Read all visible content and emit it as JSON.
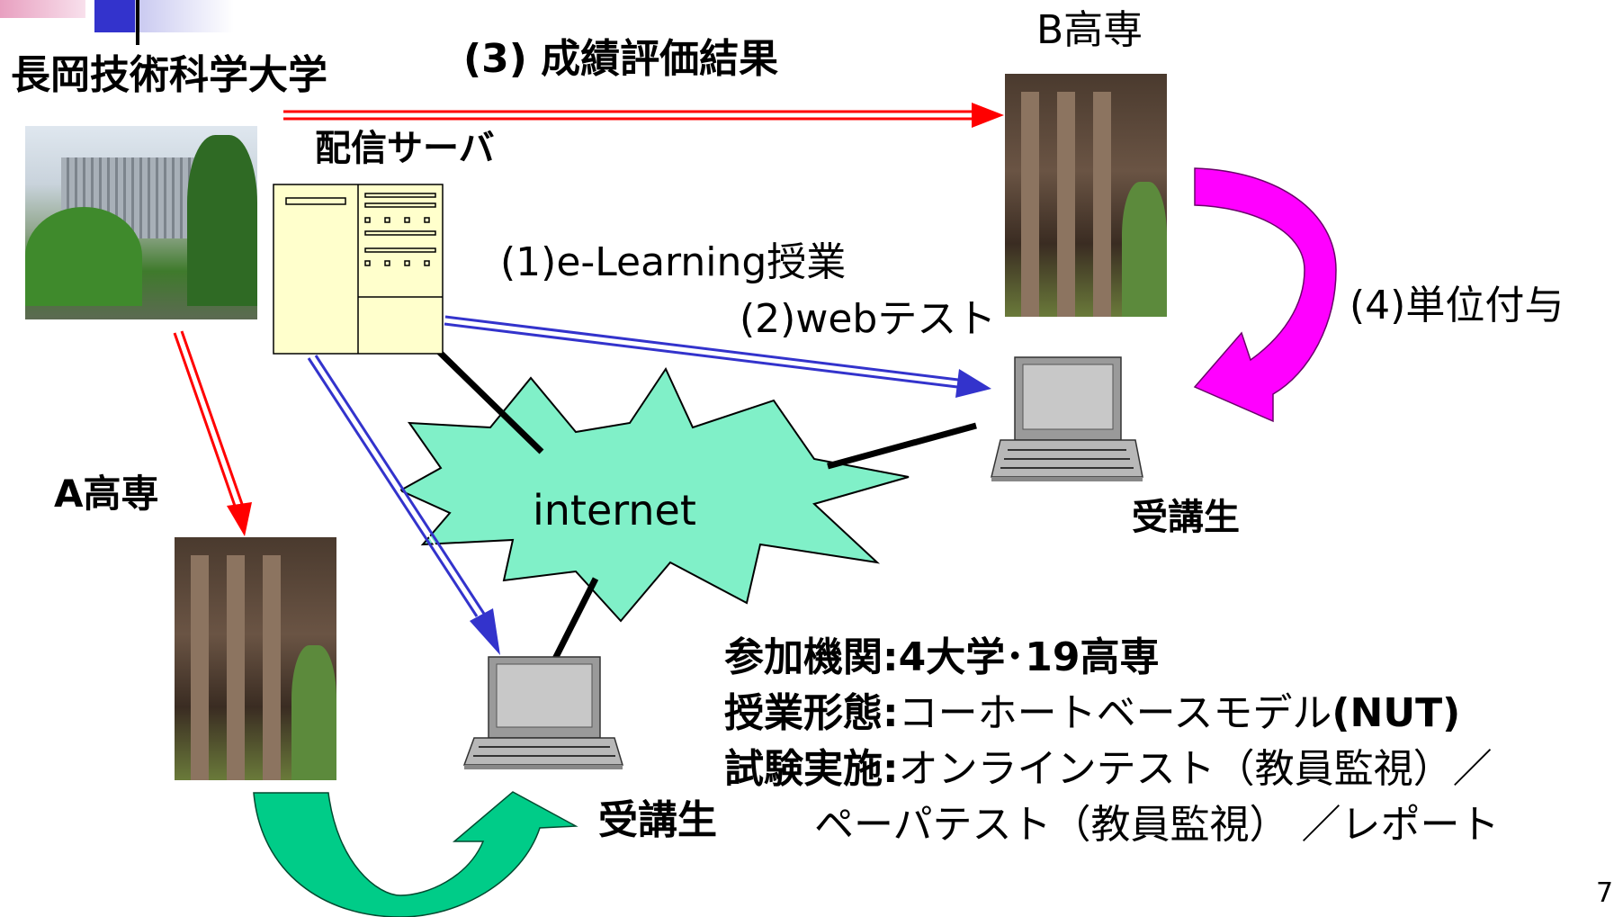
{
  "labels": {
    "nut": "長岡技術科学大学",
    "result": "(3) 成績評価結果",
    "b_kosen": "B高専",
    "server": "配信サーバ",
    "elearning": "(1)e-Learning授業",
    "webtest": "(2)webテスト",
    "credit": "(4)単位付与",
    "a_kosen": "A高専",
    "internet": "internet",
    "student_b": "受講生",
    "student_a": "受講生"
  },
  "info": {
    "line1_key": "参加機関:",
    "line1_val": "4大学･19高専",
    "line2_key": "授業形態:",
    "line2_val": "コーホートベースモデル",
    "line2_val_bold": "(NUT)",
    "line3_key": "試験実施:",
    "line3_val": "オンラインテスト（教員監視）／",
    "line4_val": "ペーパテスト（教員監視） ／レポート"
  },
  "page_number": "7",
  "colors": {
    "red_arrow": "#ff0000",
    "blue_arrow": "#3333cc",
    "internet_fill": "#80f0c8",
    "server_fill": "#ffffcc",
    "magenta_arrow": "#ff00ff",
    "green_arrow": "#00cc88"
  }
}
